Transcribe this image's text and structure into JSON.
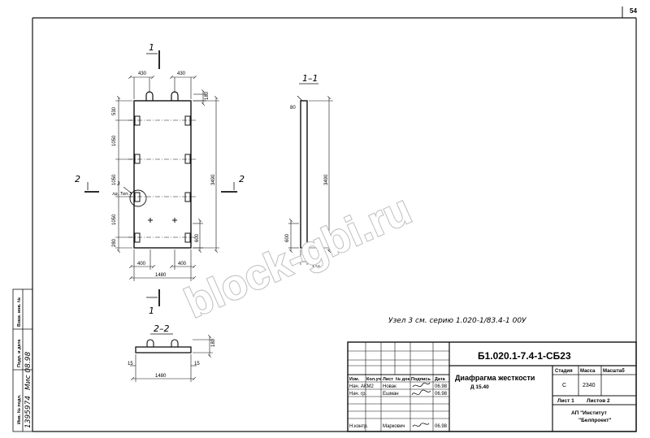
{
  "sheet_number": "54",
  "main_view": {
    "top_dims": [
      "430",
      "430"
    ],
    "top_right_dim": "180",
    "left_dims": [
      "530",
      "1050",
      "1050",
      "1050",
      "280"
    ],
    "right_inner_dim": "600",
    "right_outer_dim": "3490",
    "bottom_dims": [
      "400",
      "400"
    ],
    "total_width": "1480",
    "node_label": "3",
    "node_ref": "лд. Тип.3"
  },
  "section_1_1": {
    "label": "1–1",
    "top_dim": "80",
    "height_dim": "3490",
    "bottom_dim": "600",
    "thickness_dim": "160"
  },
  "section_2_2": {
    "label": "2–2",
    "height_dim": "180",
    "left_dim": "15",
    "right_dim": "15",
    "width_dim": "1480"
  },
  "cut_marks": {
    "cut_1": "1",
    "cut_2": "2"
  },
  "note": "Узел 3 см. серию 1.020-1/83.4-1 00У",
  "watermark": "block-gbi.ru",
  "margin_stamp": {
    "inv_orig": "Инв. № подл.",
    "sign_date": "Подп. и дата",
    "inv_dup": "Взам. инв. №",
    "handwritten_inv": "1395974",
    "handwritten_sign": "Мис 08.98"
  },
  "title_block": {
    "doc_code": "Б1.020.1-7.4-1-СБ23",
    "title": "Диафрагма жесткости",
    "subtitle": "Д 15.40",
    "headers": [
      "Изм.",
      "Кол.уч",
      "Лист",
      "№ док.",
      "Подпись",
      "Дата"
    ],
    "rows": [
      {
        "role": "Нач. АКМ2",
        "name": "Новак",
        "date": "06.98"
      },
      {
        "role": "Нач. гр.",
        "name": "Ешман",
        "date": "06.98"
      },
      {
        "role": "Н.контр.",
        "name": "Маркович",
        "date": "06.98"
      }
    ],
    "stage_label": "Стадия",
    "mass_label": "Масса",
    "scale_label": "Масштаб",
    "stage": "С",
    "mass": "2340",
    "sheet_label": "Лист 1",
    "sheets_label": "Листов 2",
    "org_line1": "АП \"Институт",
    "org_line2": "\"Белпроект\""
  }
}
